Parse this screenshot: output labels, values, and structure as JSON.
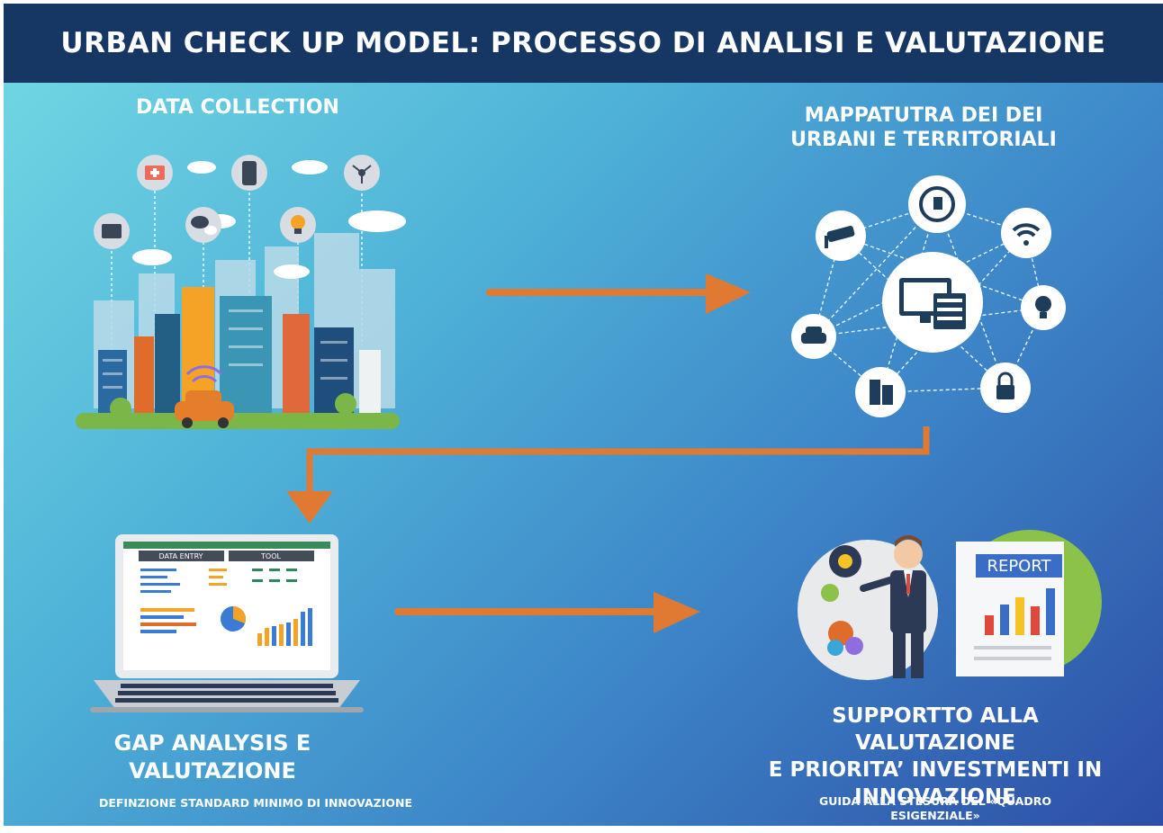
{
  "title": "URBAN CHECK UP MODEL: PROCESSO DI ANALISI E VALUTAZIONE",
  "steps": {
    "data_collection": {
      "label": "DATA COLLECTION"
    },
    "mapping": {
      "line1": "MAPPATUTRA DEI DEI",
      "line2": "URBANI E TERRITORIALI"
    },
    "gap_analysis": {
      "line1": "GAP ANALYSIS E",
      "line2": "VALUTAZIONE",
      "subtitle": "DEFINZIONE STANDARD MINIMO DI INNOVAZIONE"
    },
    "support": {
      "line1": "SUPPORTTO ALLA VALUTAZIONE",
      "line2": "E PRIORITA’ INVESTMENTI IN",
      "line3": "INNOVAZIONE",
      "subtitle_line1": "GUIDA ALLA STESURA DEL «QUADRO",
      "subtitle_line2": "ESIGENZIALE»"
    }
  },
  "illustrations": {
    "spreadsheet_header_left": "DATA ENTRY",
    "spreadsheet_header_right": "TOOL",
    "report_label": "REPORT"
  },
  "colors": {
    "title_bar": "#163764",
    "arrow": "#e07a32",
    "white": "#ffffff"
  }
}
